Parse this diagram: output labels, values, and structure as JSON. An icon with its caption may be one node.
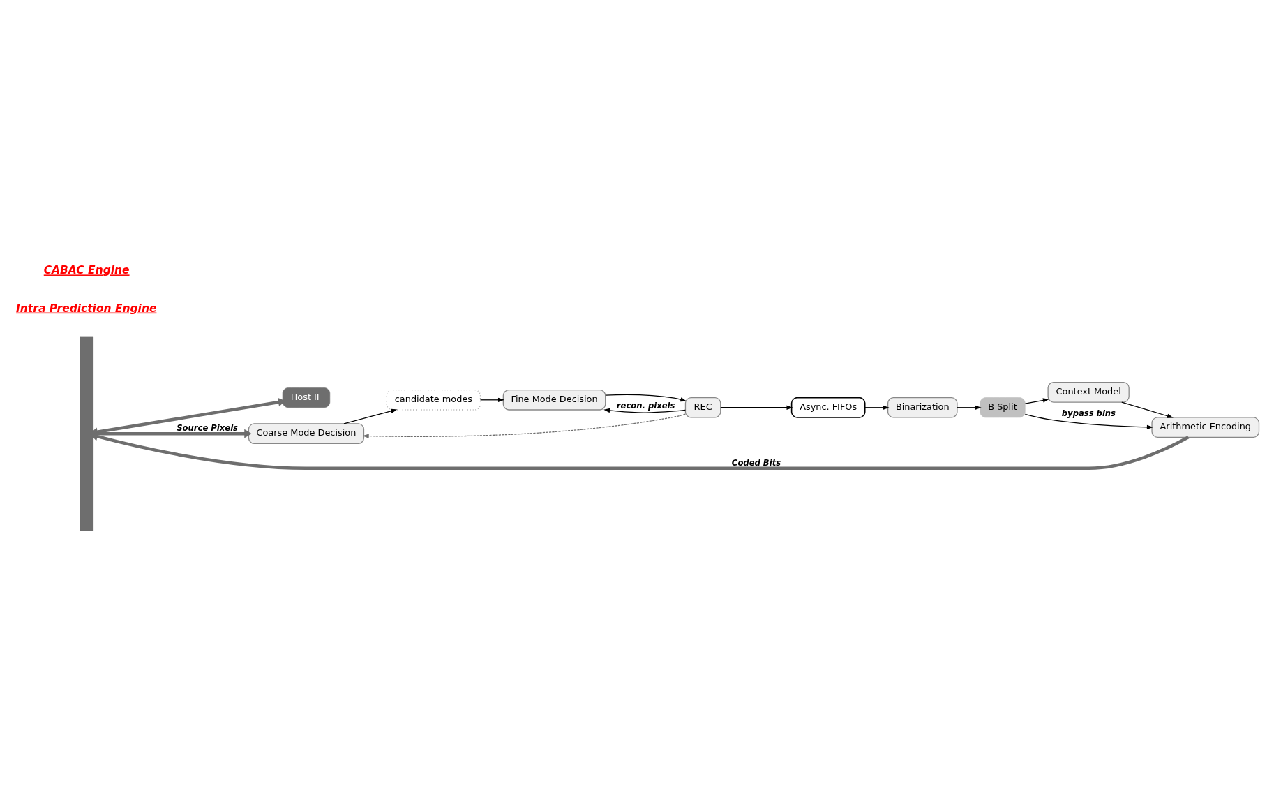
{
  "diagram": {
    "nodes": [
      {
        "text": [],
        "shape": "bar"
      },
      {
        "text": [
          "Host IF"
        ]
      },
      {
        "text": [
          "Coarse Mode Decision"
        ]
      },
      {
        "text": [
          "candidate modes"
        ]
      },
      {
        "text": [
          "Fine Mode Decision"
        ]
      },
      {
        "text": [
          "REC"
        ]
      },
      {
        "text": [
          "Async. FIFOs"
        ]
      },
      {
        "text": [
          "Binarization"
        ]
      },
      {
        "text": [
          "B Split"
        ]
      },
      {
        "text": [
          "Context Model"
        ]
      },
      {
        "text": [
          "Arithmetic Encoding"
        ]
      }
    ],
    "edges": [
      {
        "from": 0,
        "to": 1,
        "arrow": "both",
        "style": "thick",
        "color": "#6e6e6e"
      },
      {
        "from": 0,
        "to": 2,
        "arrow": "to",
        "label": "Source Pixels",
        "style": "thick",
        "color": "#6e6e6e"
      },
      {
        "from": 2,
        "to": 3,
        "arrow": "to"
      },
      {
        "from": 3,
        "to": 4,
        "arrow": "to"
      },
      {
        "from": 4,
        "to": 5,
        "arrow": "to"
      },
      {
        "from": 5,
        "to": 4,
        "arrow": "to",
        "label": "recon. pixels"
      },
      {
        "from": 5,
        "to": 2,
        "arrow": "to",
        "style": "dashed",
        "color": "#6e6e6e"
      },
      {
        "from": 5,
        "to": 6,
        "arrow": "to"
      },
      {
        "from": 6,
        "to": 7,
        "arrow": "to"
      },
      {
        "from": 7,
        "to": 8,
        "arrow": "to"
      },
      {
        "from": 8,
        "to": 9,
        "arrow": "to"
      },
      {
        "from": 9,
        "to": 10,
        "arrow": "to"
      },
      {
        "from": 8,
        "to": 10,
        "arrow": "to",
        "label": "bypass bins"
      },
      {
        "from": 10,
        "to": 0,
        "arrow": "to",
        "label": "Coded Bits",
        "style": "thick",
        "color": "#6e6e6e"
      }
    ],
    "labels": [
      "Intra Prediction Engine",
      "CABAC Engine"
    ]
  }
}
